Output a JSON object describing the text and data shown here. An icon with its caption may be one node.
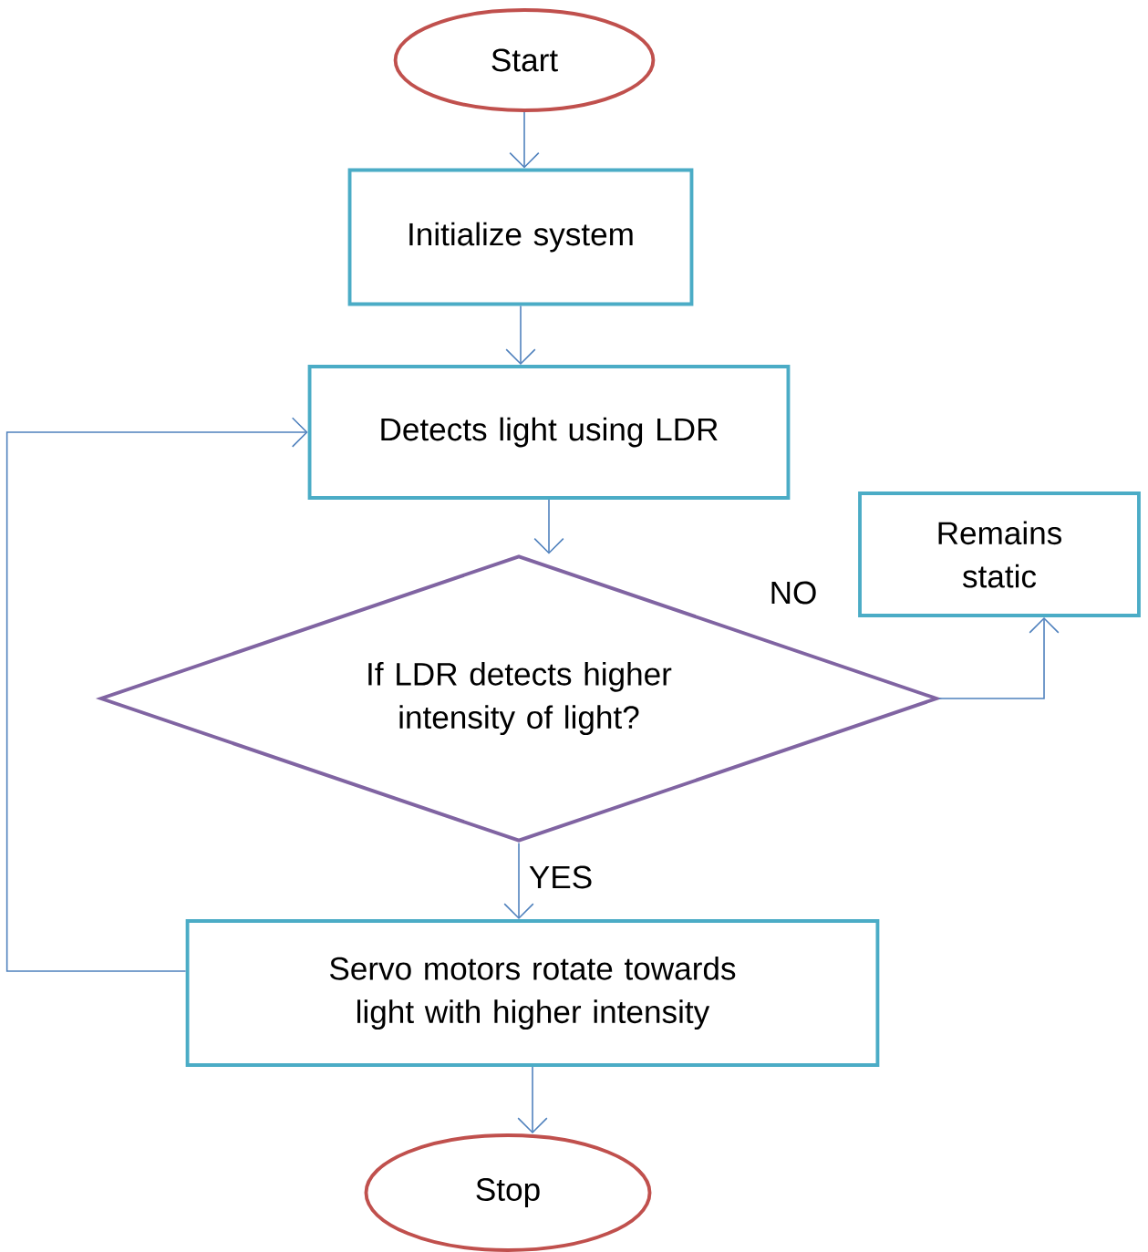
{
  "diagram": {
    "nodes": [
      {
        "text": [
          "Start"
        ]
      },
      {
        "text": [
          "Initialize system"
        ]
      },
      {
        "text": [
          "Detects light using LDR"
        ]
      },
      {
        "text": [
          "If LDR detects higher intensity of light?"
        ]
      },
      {
        "text": [
          "Remains static"
        ]
      },
      {
        "text": [
          "Servo motors rotate towards light with higher intensity"
        ]
      },
      {
        "text": [
          "Stop"
        ]
      }
    ],
    "edges": [
      {
        "from": 0,
        "to": 1,
        "arrow": "to"
      },
      {
        "from": 1,
        "to": 2,
        "arrow": "to"
      },
      {
        "from": 2,
        "to": 3,
        "arrow": "to"
      },
      {
        "from": 3,
        "to": 4,
        "arrow": "to",
        "label": "NO"
      },
      {
        "from": 3,
        "to": 5,
        "arrow": "to",
        "label": "YES"
      },
      {
        "from": 5,
        "to": 2,
        "arrow": "to"
      },
      {
        "from": 5,
        "to": 6,
        "arrow": "to"
      }
    ]
  }
}
